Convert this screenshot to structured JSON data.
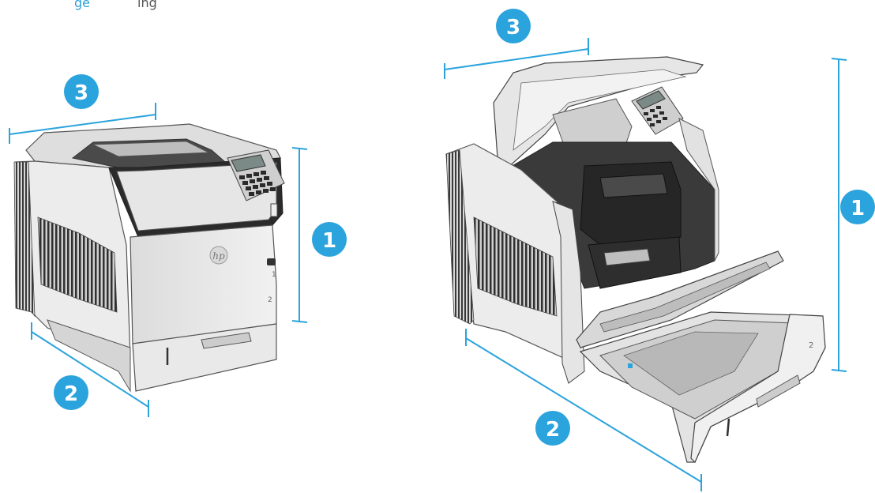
{
  "top_caption": {
    "link_text": "ge",
    "rest_text": "ing"
  },
  "printer_closed": {
    "logo_text": "hp",
    "tray_labels": [
      "1",
      "2"
    ],
    "callouts": [
      "1",
      "2",
      "3"
    ]
  },
  "printer_open": {
    "tray_label": "2",
    "callouts": [
      "1",
      "2",
      "3"
    ]
  },
  "colors": {
    "callout_fill": "#2ba3dc",
    "dimension_line": "#2ba3dc",
    "printer_body": "#e7e7e7",
    "printer_dark": "#2a2a2a"
  }
}
